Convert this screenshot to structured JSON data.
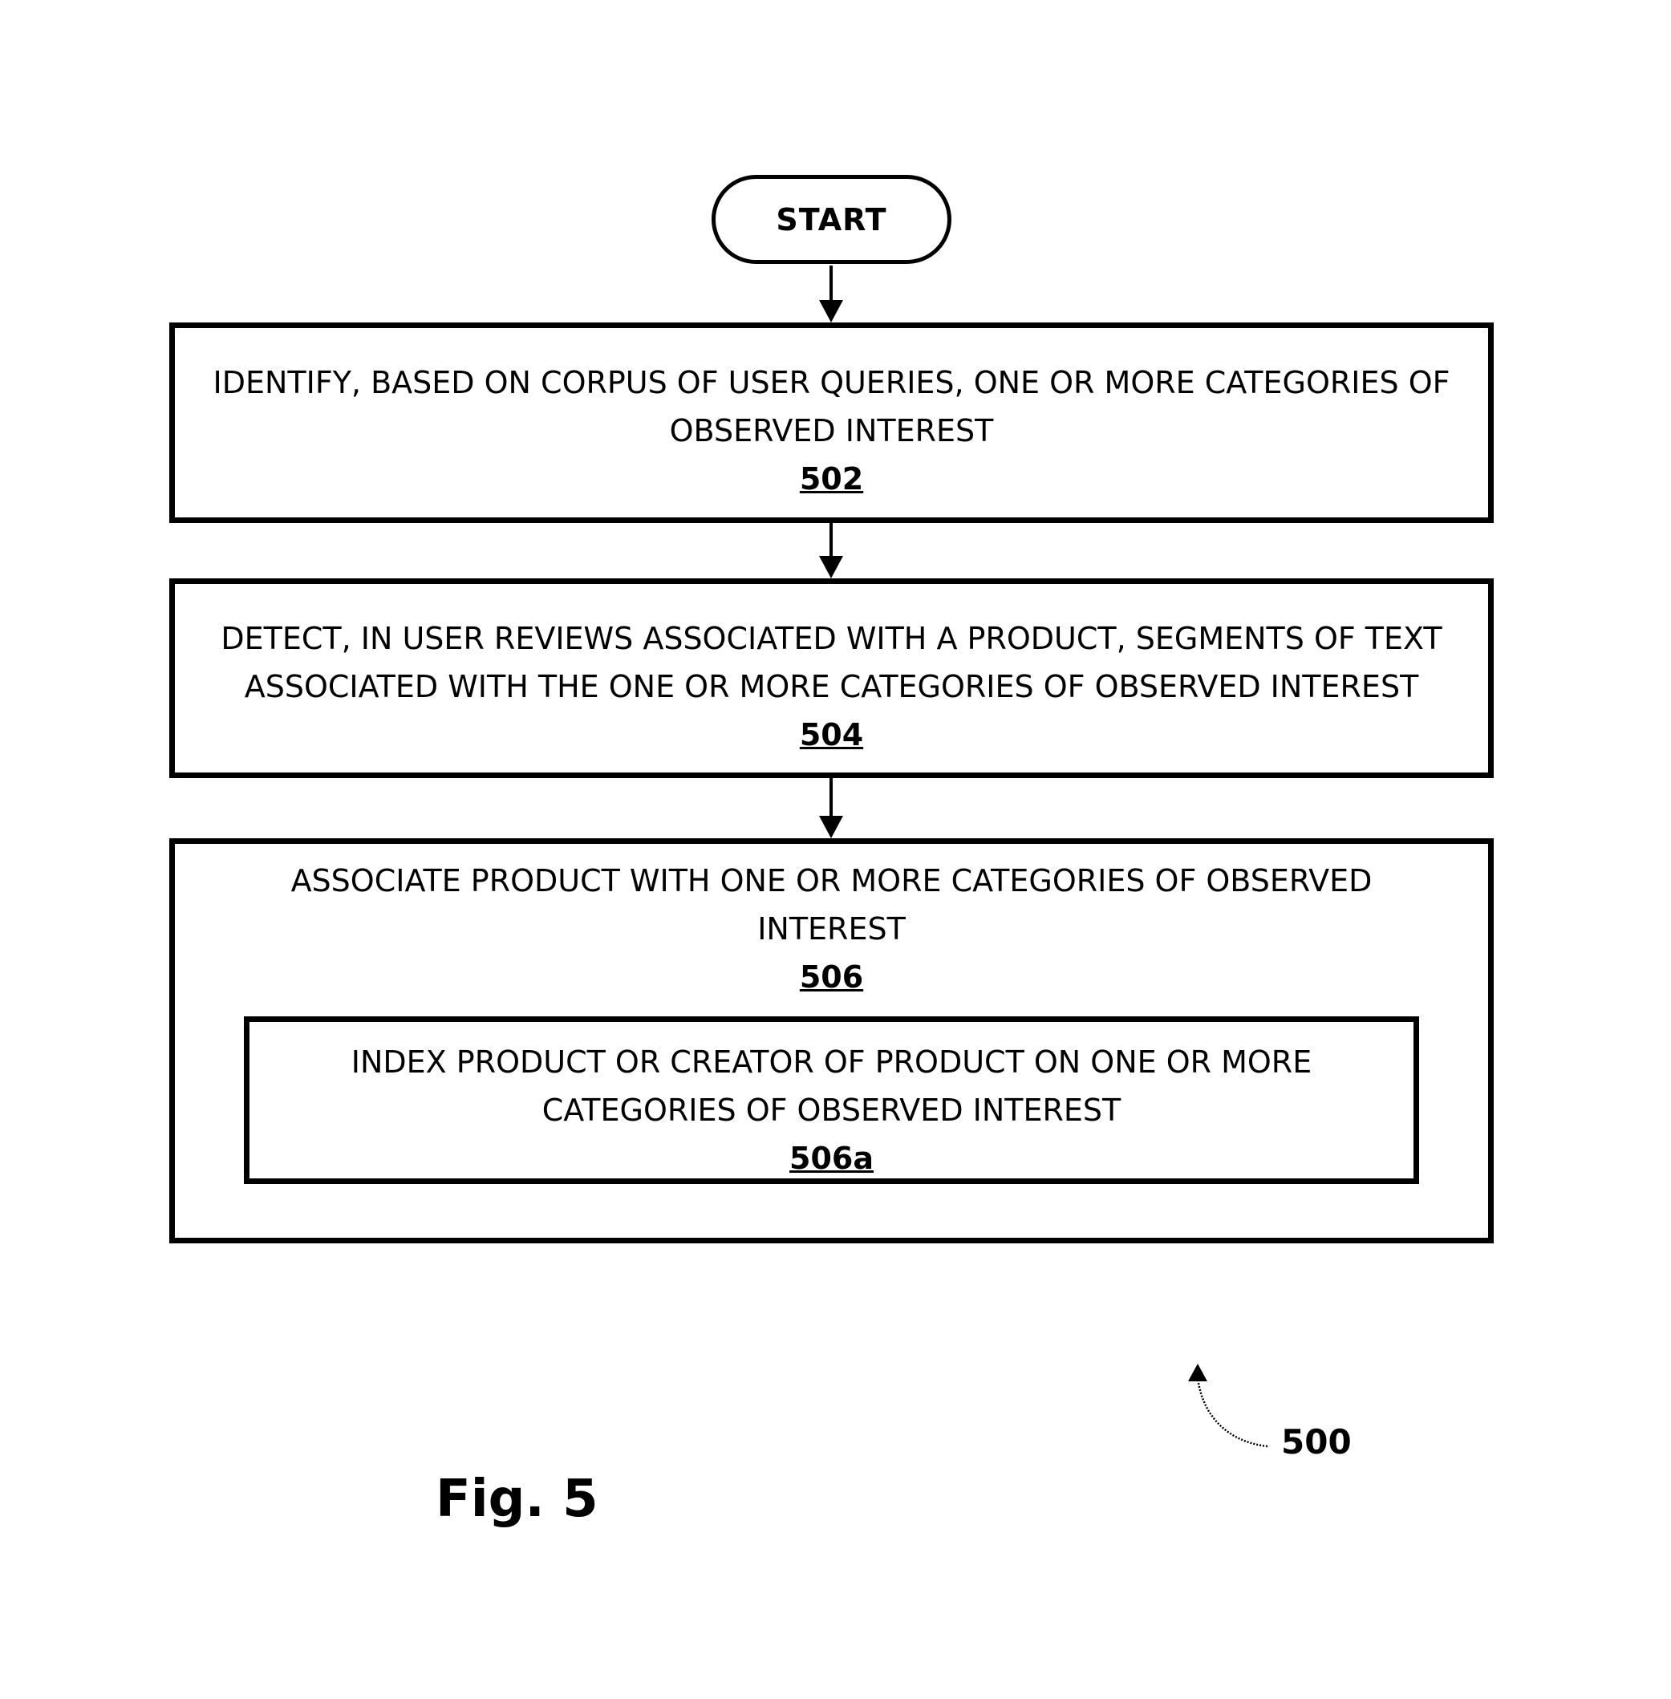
{
  "start": {
    "label": "START"
  },
  "steps": [
    {
      "lines": [
        "IDENTIFY, BASED ON CORPUS OF USER QUERIES, ONE OR MORE CATEGORIES OF",
        "OBSERVED INTEREST"
      ],
      "ref": "502"
    },
    {
      "lines": [
        "DETECT, IN USER REVIEWS ASSOCIATED WITH A PRODUCT, SEGMENTS OF TEXT",
        "ASSOCIATED WITH THE ONE OR MORE CATEGORIES OF OBSERVED INTEREST"
      ],
      "ref": "504"
    },
    {
      "lines": [
        "ASSOCIATE PRODUCT WITH ONE OR MORE CATEGORIES OF OBSERVED",
        "INTEREST"
      ],
      "ref": "506",
      "substep": {
        "lines": [
          "INDEX PRODUCT OR CREATOR OF PRODUCT ON ONE OR MORE",
          "CATEGORIES OF OBSERVED INTEREST"
        ],
        "ref": "506a"
      }
    }
  ],
  "figure": {
    "label": "Fig. 5",
    "ref": "500"
  }
}
